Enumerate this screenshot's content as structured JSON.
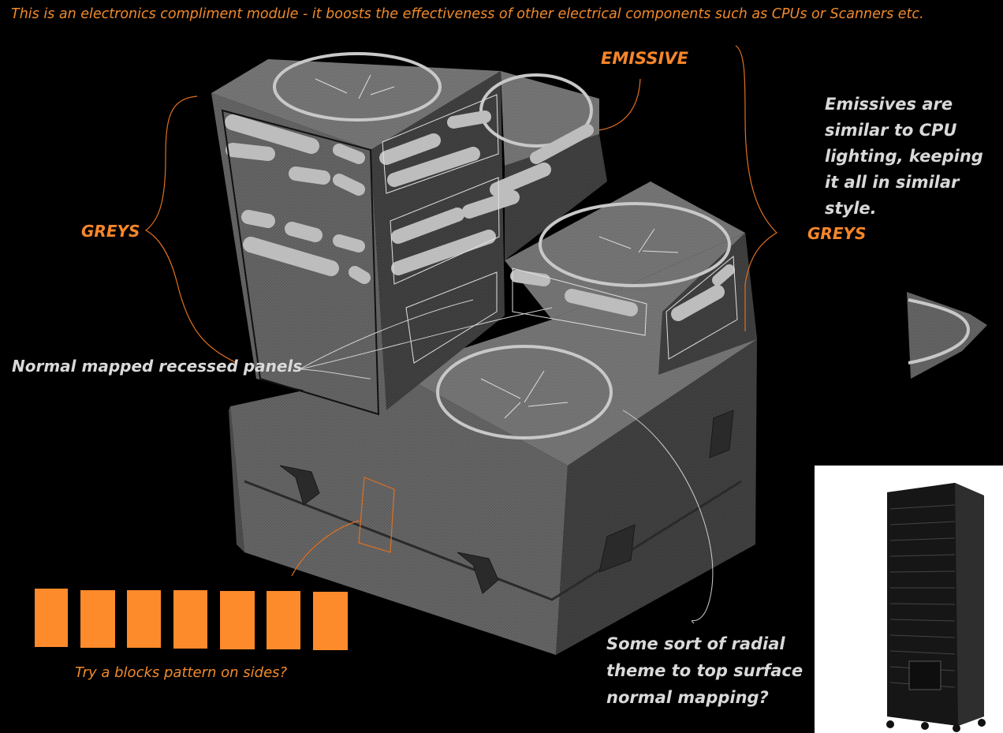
{
  "title": "This is an electronics compliment module - it boosts the effectiveness of other electrical components such as CPUs or Scanners etc.",
  "labels": {
    "emissive": "EMISSIVE",
    "greys_left": "GREYS",
    "greys_right": "GREYS"
  },
  "notes": {
    "emissive": "Emissives are similar to CPU lighting, keeping it all in similar style.",
    "panels": "Normal mapped recessed panels",
    "radial": "Some sort of radial theme to top surface normal mapping?",
    "blocks": "Try a blocks pattern on sides?"
  },
  "colors": {
    "background": "#000000",
    "accent_orange": "#f5862a",
    "annotation_grey": "#d9d9d9",
    "emissive_glow": "#bdbdbd"
  },
  "icons": {
    "reference_image": "server-rack-reference",
    "block_swatch": "orange-block-swatch"
  },
  "block_swatch_count": 7
}
